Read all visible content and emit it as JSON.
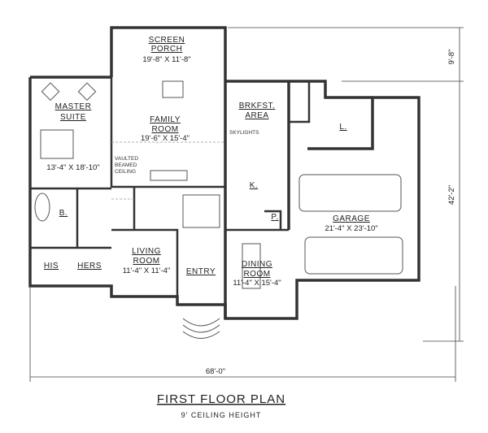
{
  "title": "FIRST FLOOR PLAN",
  "subtitle": "9' CEILING HEIGHT",
  "overall_dimensions": {
    "width": "68'-0\"",
    "depth": "42'-2\"",
    "porch_depth": "9'-8\""
  },
  "rooms": {
    "screen_porch": {
      "name1": "SCREEN",
      "name2": "PORCH",
      "size": "19'-8\" X 11'-8\""
    },
    "master_suite": {
      "name1": "MASTER",
      "name2": "SUITE",
      "size": "13'-4\" X 18'-10\""
    },
    "family_room": {
      "name1": "FAMILY",
      "name2": "ROOM",
      "size": "19'-6\" X 15'-4\""
    },
    "breakfast": {
      "name1": "BRKFST.",
      "name2": "AREA"
    },
    "laundry": {
      "name": "L."
    },
    "kitchen": {
      "name": "K."
    },
    "pantry": {
      "name": "P."
    },
    "bath": {
      "name": "B."
    },
    "his": {
      "name": "HIS"
    },
    "hers": {
      "name": "HERS"
    },
    "garage": {
      "name": "GARAGE",
      "size": "21'-4\" X 23'-10\""
    },
    "living_room": {
      "name1": "LIVING",
      "name2": "ROOM",
      "size": "11'-4\" X 11'-4\""
    },
    "entry": {
      "name": "ENTRY"
    },
    "dining_room": {
      "name1": "DINING",
      "name2": "ROOM",
      "size": "11'-4\" X 15'-4\""
    }
  },
  "notes": {
    "vaulted1": "VAULTED",
    "vaulted2": "BEAMED",
    "vaulted3": "CEILING",
    "skylights": "SKYLIGHTS"
  }
}
